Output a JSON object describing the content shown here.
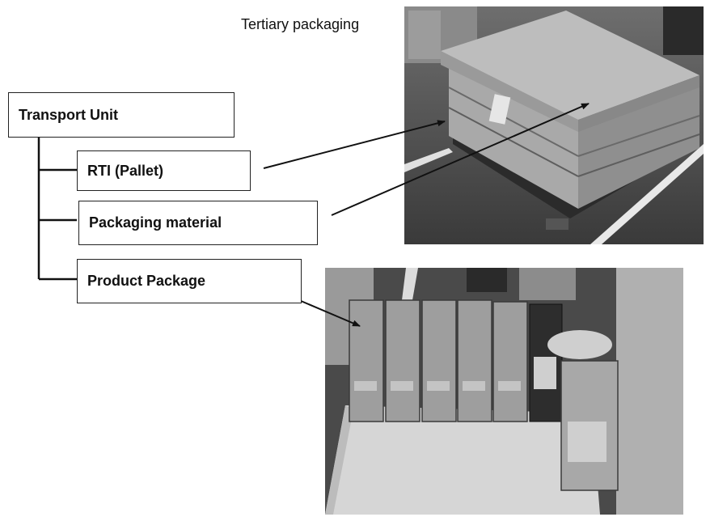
{
  "caption": "Tertiary packaging",
  "hierarchy": {
    "root": "Transport Unit",
    "children": [
      "RTI (Pallet)",
      "Packaging material",
      "Product Package"
    ]
  },
  "photos": [
    {
      "name": "pallet-photo",
      "subject": "pallet-with-cardboard-packaging"
    },
    {
      "name": "boxes-photo",
      "subject": "row-of-product-boxes"
    }
  ],
  "colors": {
    "line": "#111111",
    "box_border": "#222222"
  }
}
